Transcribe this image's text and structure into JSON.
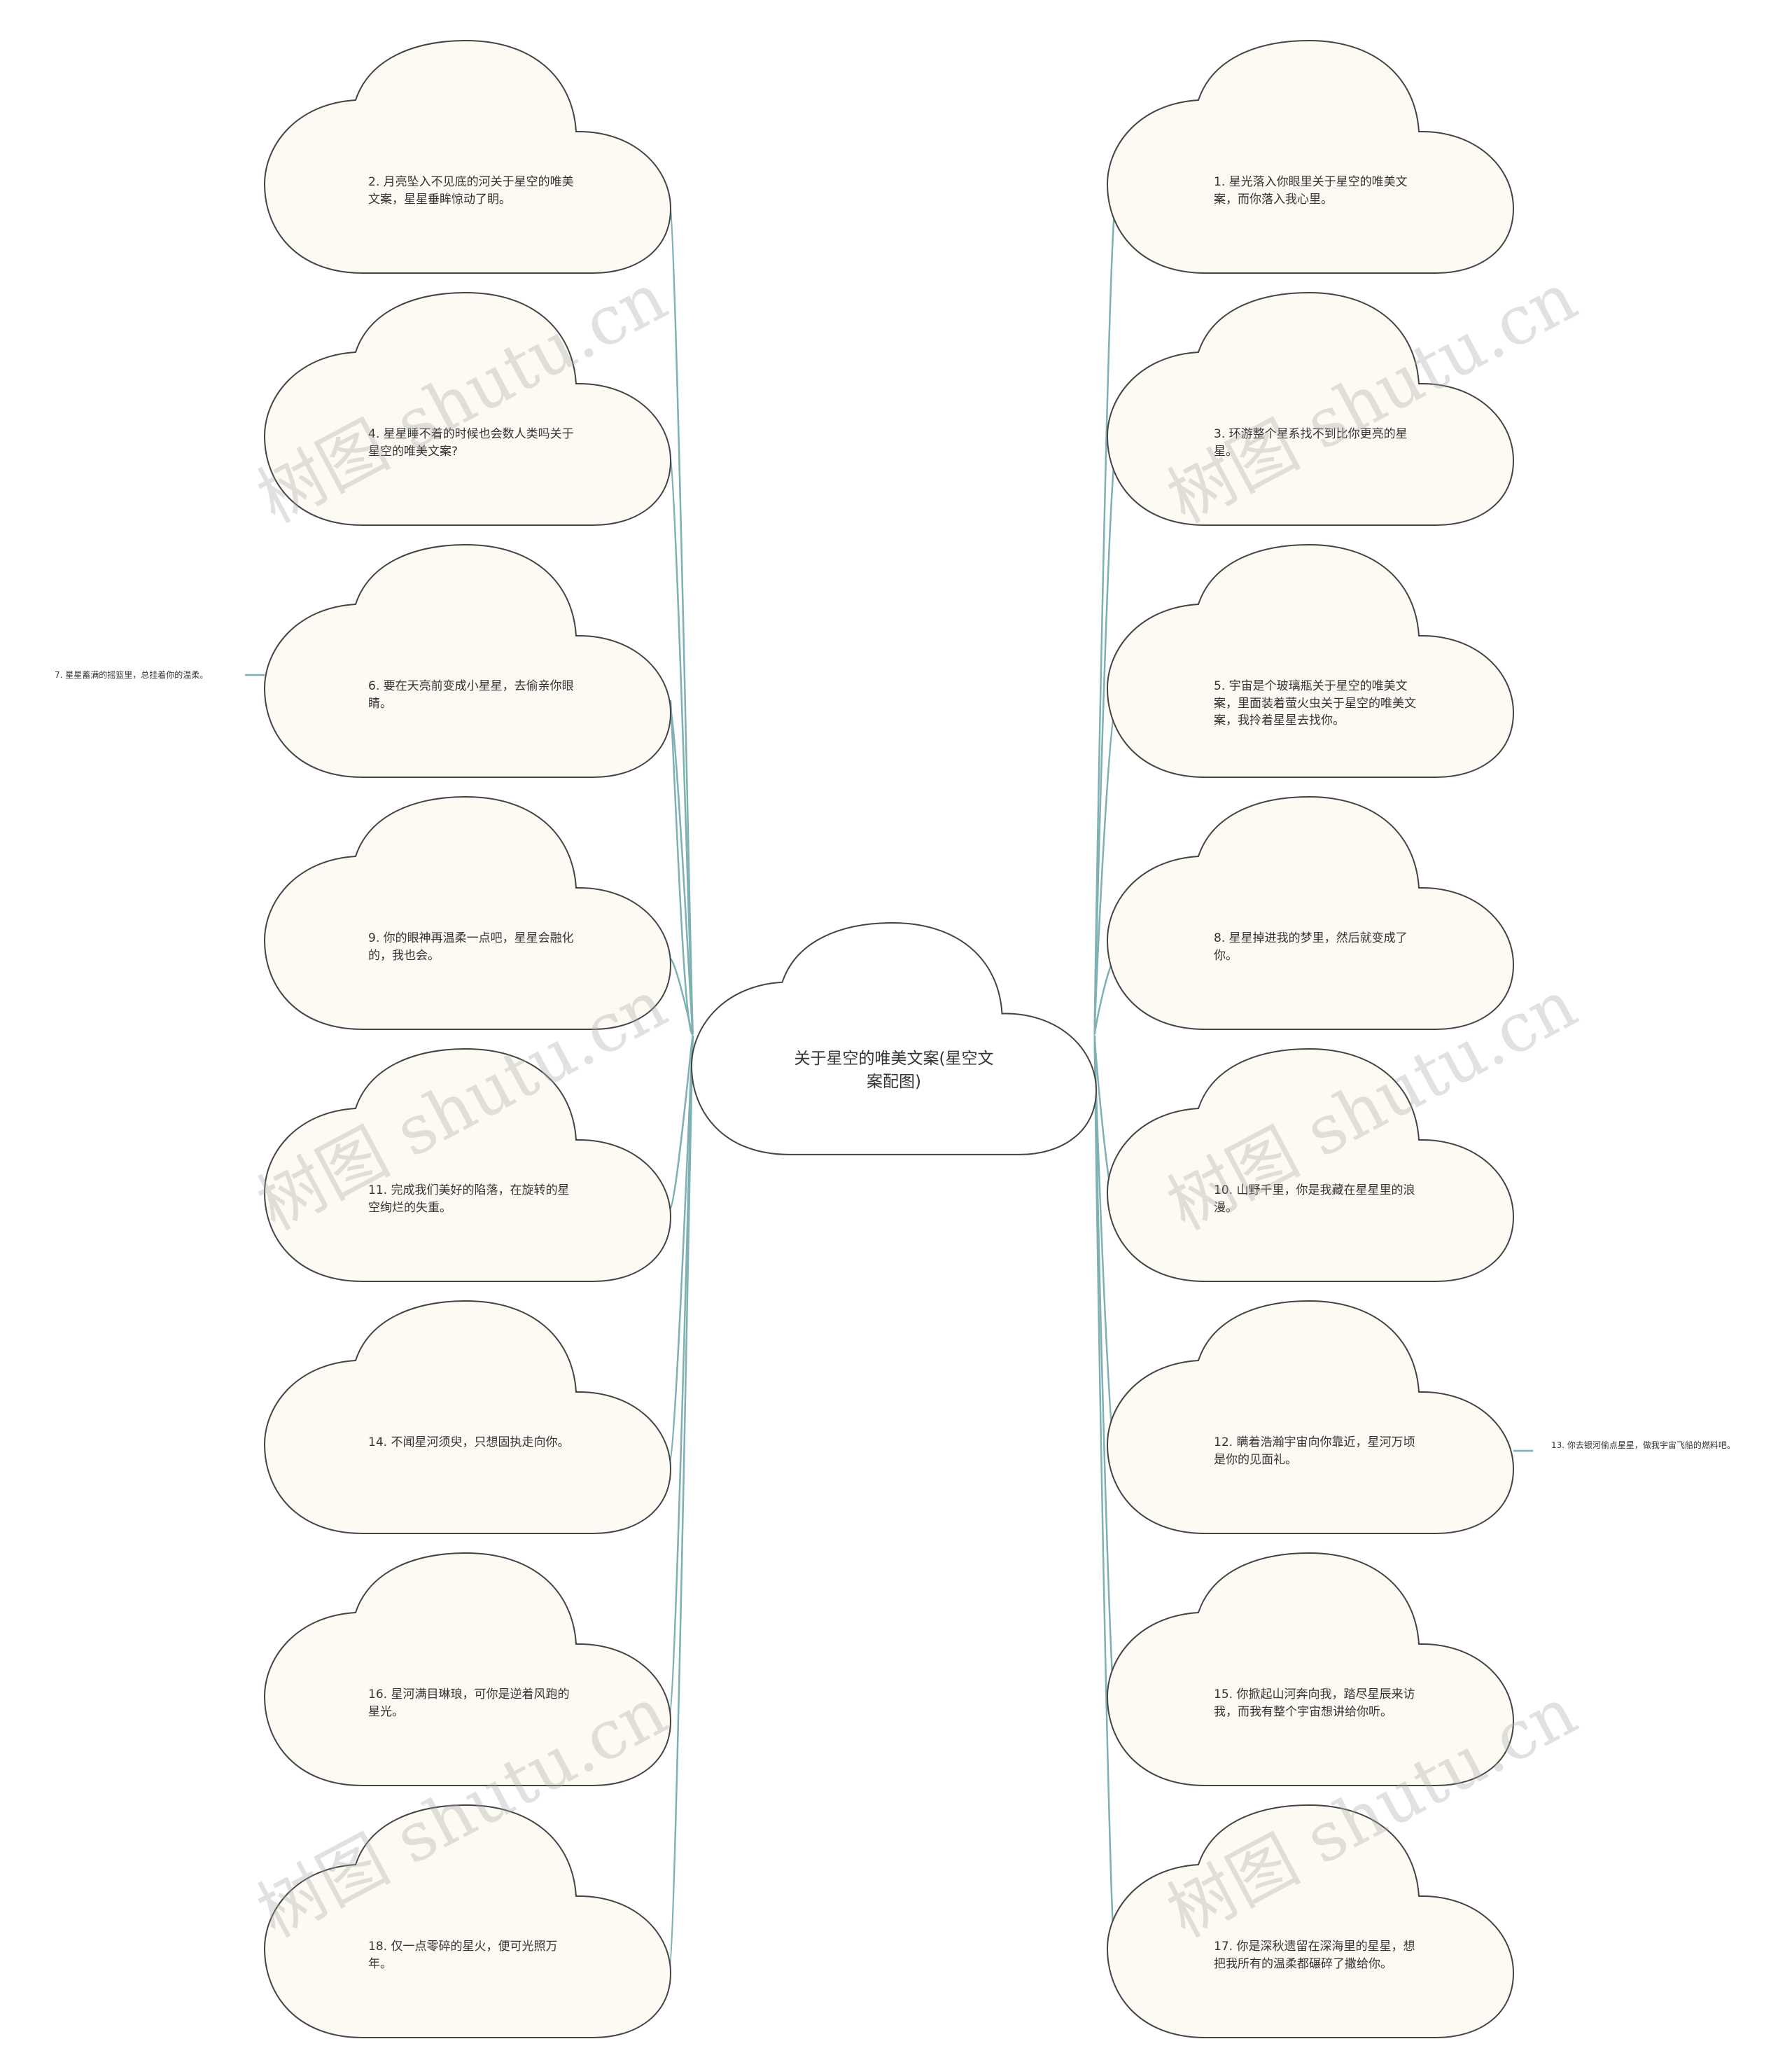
{
  "colors": {
    "connector": "#7fb0b3",
    "cloud_fill": "#fcfaf2",
    "cloud_stroke": "#444444",
    "center_fill": "#ffffff"
  },
  "center": {
    "text": "关于星空的唯美文案(星空文案配图)"
  },
  "left_nodes": [
    {
      "text": "2. 月亮坠入不见底的河关于星空的唯美文案，星星垂眸惊动了眀。"
    },
    {
      "text": "4. 星星睡不着的时候也会数人类吗关于星空的唯美文案?"
    },
    {
      "text": "6. 要在天亮前变成小星星，去偷亲你眼睛。"
    },
    {
      "text": "9. 你的眼神再温柔一点吧，星星会融化的，我也会。"
    },
    {
      "text": "11. 完成我们美好的陷落，在旋转的星空绚烂的失重。"
    },
    {
      "text": "14. 不闻星河须臾，只想固执走向你。"
    },
    {
      "text": "16. 星河满目琳琅，可你是逆着风跑的星光。"
    },
    {
      "text": "18. 仅一点零碎的星火，便可光照万年。"
    }
  ],
  "right_nodes": [
    {
      "text": "1. 星光落入你眼里关于星空的唯美文案，而你落入我心里。"
    },
    {
      "text": "3. 环游整个星系找不到比你更亮的星星。"
    },
    {
      "text": "5. 宇宙是个玻璃瓶关于星空的唯美文案，里面装着萤火虫关于星空的唯美文案，我拎着星星去找你。"
    },
    {
      "text": "8. 星星掉进我的梦里，然后就变成了你。"
    },
    {
      "text": "10. 山野千里，你是我藏在星星里的浪漫。"
    },
    {
      "text": "12. 瞒着浩瀚宇宙向你靠近，星河万顷是你的见面礼。"
    },
    {
      "text": "15. 你掀起山河奔向我，踏尽星辰来访我，而我有整个宇宙想讲给你听。"
    },
    {
      "text": "17. 你是深秋遗留在深海里的星星，想把我所有的温柔都碾碎了撒给你。"
    }
  ],
  "side_notes": [
    {
      "attach": "left-3",
      "text": "7. 星星蓄满的摇篮里，总挂着你的温柔。"
    },
    {
      "attach": "right-6",
      "text": "13. 你去银河偷点星星，做我宇宙飞船的燃料吧。"
    }
  ],
  "watermark": {
    "text": "树图 shutu.cn"
  }
}
